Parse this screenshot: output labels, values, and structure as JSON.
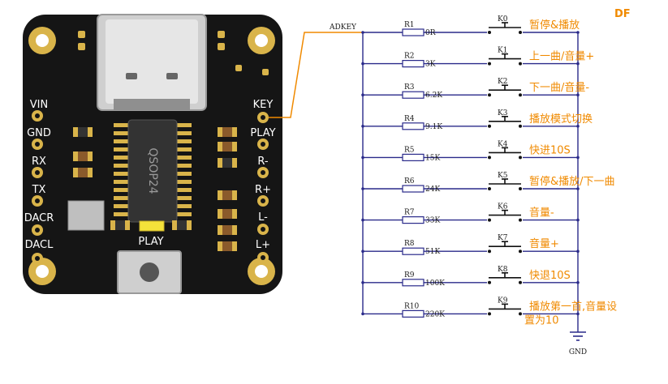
{
  "board": {
    "chip_label": "QSOP24",
    "left_pins": [
      "VIN",
      "GND",
      "RX",
      "TX",
      "DACR",
      "DACL"
    ],
    "right_pins": [
      "KEY",
      "PLAY",
      "R-",
      "R+",
      "L-",
      "L+"
    ],
    "play_label": "PLAY"
  },
  "schematic": {
    "net_label": "ADKEY",
    "ground_label": "GND",
    "brand": "DF",
    "rows": [
      {
        "ref": "R1",
        "value": "0R",
        "key": "K0",
        "function": "暂停&播放"
      },
      {
        "ref": "R2",
        "value": "3K",
        "key": "K1",
        "function": "上一曲/音量+"
      },
      {
        "ref": "R3",
        "value": "6.2K",
        "key": "K2",
        "function": "下一曲/音量-"
      },
      {
        "ref": "R4",
        "value": "9.1K",
        "key": "K3",
        "function": "播放模式切换"
      },
      {
        "ref": "R5",
        "value": "15K",
        "key": "K4",
        "function": "快进10S"
      },
      {
        "ref": "R6",
        "value": "24K",
        "key": "K5",
        "function": "暂停&播放/下一曲"
      },
      {
        "ref": "R7",
        "value": "33K",
        "key": "K6",
        "function": "音量-"
      },
      {
        "ref": "R8",
        "value": "51K",
        "key": "K7",
        "function": "音量+"
      },
      {
        "ref": "R9",
        "value": "100K",
        "key": "K8",
        "function": "快退10S"
      },
      {
        "ref": "R10",
        "value": "220K",
        "key": "K9",
        "function": "播放第一首,音量设",
        "function_line2": "置为10"
      }
    ]
  },
  "colors": {
    "board": "#151515",
    "pad": "#d9b44a",
    "accent_wire": "#f08a00",
    "schematic_wire": "#2a2a8a",
    "button_led": "#f4e23a"
  }
}
